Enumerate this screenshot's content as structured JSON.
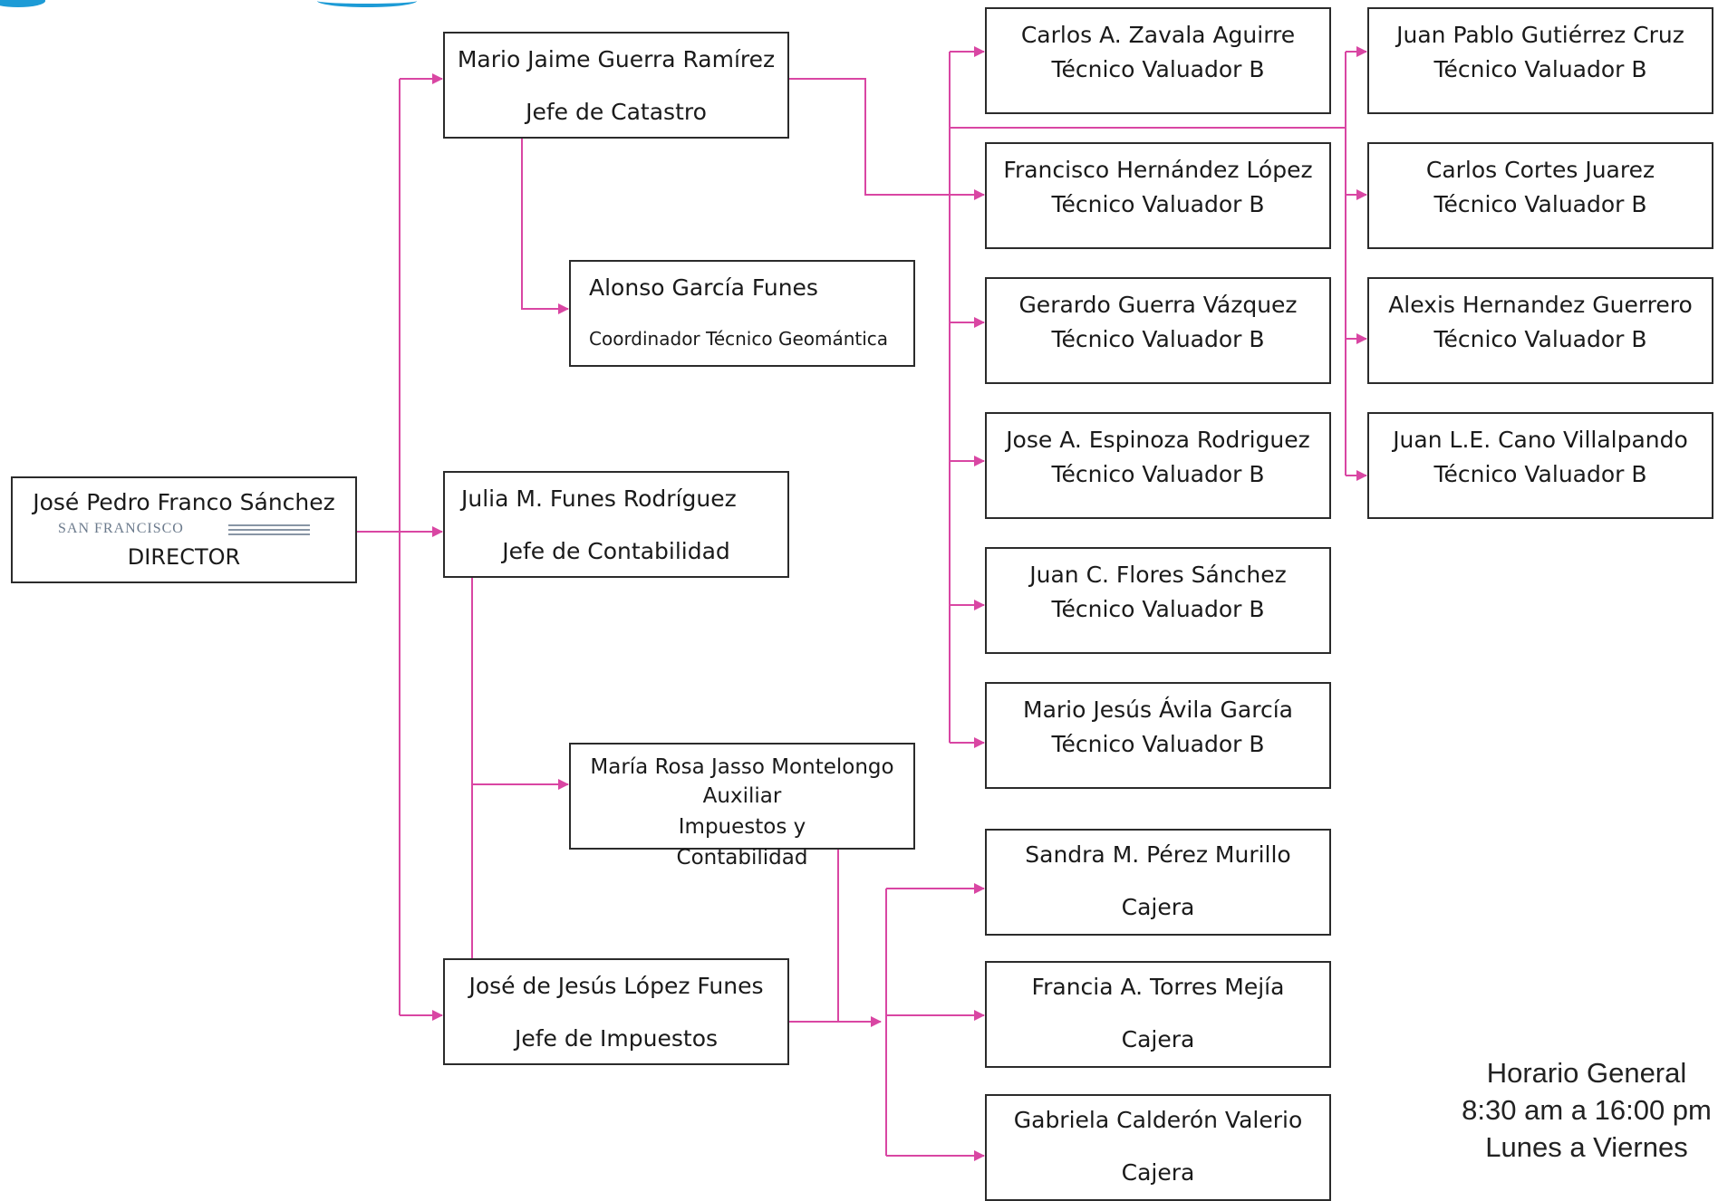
{
  "schedule": {
    "line1": "Horario General",
    "line2": "8:30 am a 16:00 pm",
    "line3": "Lunes a Viernes"
  },
  "colors": {
    "connector": "#d946a3",
    "border": "#2b2b2b"
  },
  "director": {
    "name": "José Pedro Franco Sánchez",
    "logo_text": "SAN FRANCISCO",
    "role": "DIRECTOR"
  },
  "heads": [
    {
      "name": "Mario Jaime Guerra Ramírez",
      "role": "Jefe de Catastro"
    },
    {
      "name": "Julia M. Funes Rodríguez",
      "role": "Jefe de Contabilidad"
    },
    {
      "name": "José de Jesús López Funes",
      "role": "Jefe de Impuestos"
    }
  ],
  "coordinator": {
    "name": "Alonso García Funes",
    "role": "Coordinador Técnico Geomántica"
  },
  "assistant": {
    "name": "María Rosa Jasso Montelongo",
    "role": "Auxiliar Impuestos y Contabilidad"
  },
  "valuadores_col1": [
    {
      "name": "Carlos A. Zavala Aguirre",
      "role": "Técnico Valuador B"
    },
    {
      "name": "Francisco Hernández López",
      "role": "Técnico Valuador B"
    },
    {
      "name": "Gerardo Guerra Vázquez",
      "role": "Técnico Valuador B"
    },
    {
      "name": "Jose A. Espinoza Rodriguez",
      "role": "Técnico Valuador B"
    },
    {
      "name": "Juan C. Flores Sánchez",
      "role": "Técnico Valuador B"
    },
    {
      "name": "Mario Jesús Ávila García",
      "role": "Técnico Valuador B"
    }
  ],
  "valuadores_col2": [
    {
      "name": "Juan Pablo Gutiérrez Cruz",
      "role": "Técnico Valuador B"
    },
    {
      "name": "Carlos Cortes Juarez",
      "role": "Técnico Valuador B"
    },
    {
      "name": "Alexis Hernandez Guerrero",
      "role": "Técnico Valuador B"
    },
    {
      "name": "Juan L.E. Cano Villalpando",
      "role": "Técnico Valuador B"
    }
  ],
  "cashiers": [
    {
      "name": "Sandra M. Pérez Murillo",
      "role": "Cajera"
    },
    {
      "name": "Francia A. Torres Mejía",
      "role": "Cajera"
    },
    {
      "name": "Gabriela Calderón Valerio",
      "role": "Cajera"
    }
  ]
}
